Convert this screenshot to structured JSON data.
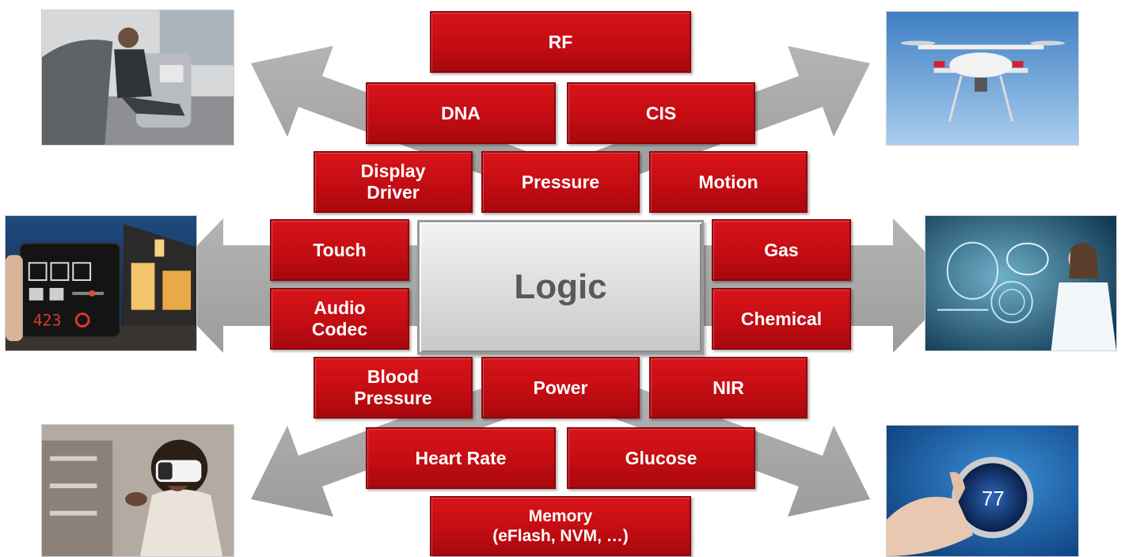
{
  "center": {
    "label": "Logic"
  },
  "bricks": {
    "rf": "RF",
    "dna": "DNA",
    "cis": "CIS",
    "display_driver": "Display\nDriver",
    "pressure": "Pressure",
    "motion": "Motion",
    "touch": "Touch",
    "gas": "Gas",
    "audio_codec": "Audio\nCodec",
    "chemical": "Chemical",
    "blood_pressure": "Blood\nPressure",
    "power": "Power",
    "nir": "NIR",
    "heart_rate": "Heart Rate",
    "glucose": "Glucose",
    "memory": "Memory\n(eFlash, NVM, …)"
  },
  "panel_readout": {
    "value": "423"
  },
  "thermostat_readout": {
    "value": "77"
  },
  "colors": {
    "brick_red": "#c30d13",
    "brick_border": "#8e0509",
    "logic_gray": "#dcdcdc",
    "arrow_gray": "#a9a9a9"
  },
  "icons": {
    "top_left": "autonomous-car-photo-icon",
    "top_right": "drone-photo-icon",
    "mid_left": "smart-home-panel-photo-icon",
    "mid_right": "medical-hologram-photo-icon",
    "bottom_left": "vr-headset-photo-icon",
    "bottom_right": "smart-thermostat-photo-icon"
  }
}
